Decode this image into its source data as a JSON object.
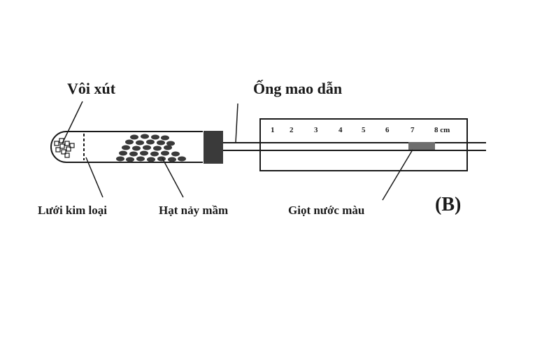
{
  "labels": {
    "voi_xut": "Vôi xút",
    "ong_mao_dan": "Ống mao dẫn",
    "luoi_kim_loai": "Lưới kim loại",
    "hat_nay_mam": "Hạt nảy mầm",
    "giot_nuoc_mau": "Giọt nước màu",
    "figure_label": "(B)"
  },
  "scale": {
    "ticks": [
      "1",
      "2",
      "3",
      "4",
      "5",
      "6",
      "7",
      "8 cm"
    ]
  },
  "colors": {
    "stroke": "#1a1a1a",
    "seed": "#3a3a3a",
    "stopper": "#3a3a3a",
    "droplet": "#6e6e6e"
  }
}
